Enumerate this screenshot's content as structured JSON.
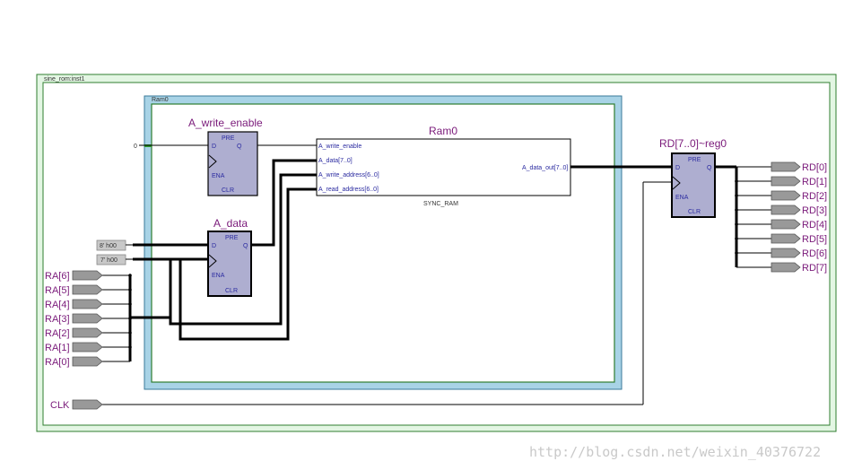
{
  "outer_instance": {
    "label": "sine_rom:inst1"
  },
  "ram_container": {
    "label": "Ram0"
  },
  "ram_block": {
    "title": "Ram0",
    "type_label": "SYNC_RAM",
    "pins_in": [
      "A_write_enable",
      "A_data[7..0]",
      "A_write_address[6..0]",
      "A_read_address[6..0]"
    ],
    "pin_out": "A_data_out[7..0]"
  },
  "write_enable_reg": {
    "title": "A_write_enable",
    "pins": {
      "pre": "PRE",
      "d": "D",
      "q": "Q",
      "ena": "ENA",
      "clr": "CLR"
    }
  },
  "data_reg": {
    "title": "A_data",
    "pins": {
      "pre": "PRE",
      "d": "D",
      "q": "Q",
      "ena": "ENA",
      "clr": "CLR"
    }
  },
  "output_reg": {
    "title": "RD[7..0]~reg0",
    "pins": {
      "pre": "PRE",
      "d": "D",
      "q": "Q",
      "ena": "ENA",
      "clr": "CLR"
    }
  },
  "constants": {
    "zero": "0",
    "data_init": "8' h00",
    "addr_init": "7' h00"
  },
  "inputs": [
    "RA[6]",
    "RA[5]",
    "RA[4]",
    "RA[3]",
    "RA[2]",
    "RA[1]",
    "RA[0]"
  ],
  "clock": "CLK",
  "outputs": [
    "RD[0]",
    "RD[1]",
    "RD[2]",
    "RD[3]",
    "RD[4]",
    "RD[5]",
    "RD[6]",
    "RD[7]"
  ],
  "watermark": "http://blog.csdn.net/weixin_40376722",
  "colors": {
    "instance_fill": "#e3f6e3",
    "instance_border": "#2f7d2f",
    "ram_container_fill": "#a8d3e6",
    "register_fill": "#aeaed0",
    "port_fill": "#999999",
    "wire": "#000000"
  }
}
